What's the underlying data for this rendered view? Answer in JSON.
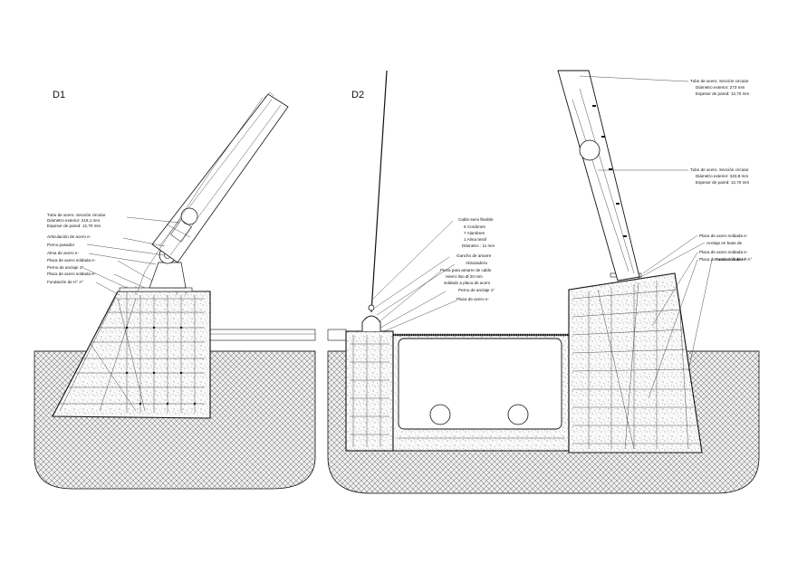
{
  "d1": {
    "title": "D1",
    "labels": [
      "Tubo de acero. Sección circular",
      "Diámetro exterior: 219,1 mm",
      "Espesor de pared: 12,70 mm",
      "Articulación de acero e-  ",
      "Perno pasador  ",
      "Alma de acero e-  ",
      "Placa de acero soldada e-  ",
      "Perno de anclaje 1\"",
      "Placa de acero soldada e-  ",
      "Fundación de H° A°"
    ]
  },
  "d2": {
    "title": "D2",
    "cable_labels": [
      "Cable semi flexible",
      "6 Cordones",
      "7 Alambres",
      "1 Alma textil",
      "Diámetro : 11 mm",
      "Gancho de amarre",
      "Abrazadera",
      "Pieza para amarre de cable",
      "Hierro liso Ø 20 mm",
      "soldado a placa de acero",
      "Perno de anclaje 1\"",
      "Placa de acero e-  "
    ],
    "tube_top_labels": [
      "Tubo de acero. Sección circular",
      "Diámetro exterior: 273 mm",
      "Espesor de pared: 12,70 mm"
    ],
    "tube_mid_labels": [
      "Tubo de acero. Sección circular",
      "Diámetro exterior: 323,8 mm",
      "Espesor de pared: 12,70 mm"
    ],
    "base_labels": [
      "Placa de acero soldada e-  ",
      "Anclaje en base de  ",
      "Placa de acero soldada e-  ",
      "Placa de acero soldada e-  ",
      "Fundación de H° A°"
    ]
  }
}
